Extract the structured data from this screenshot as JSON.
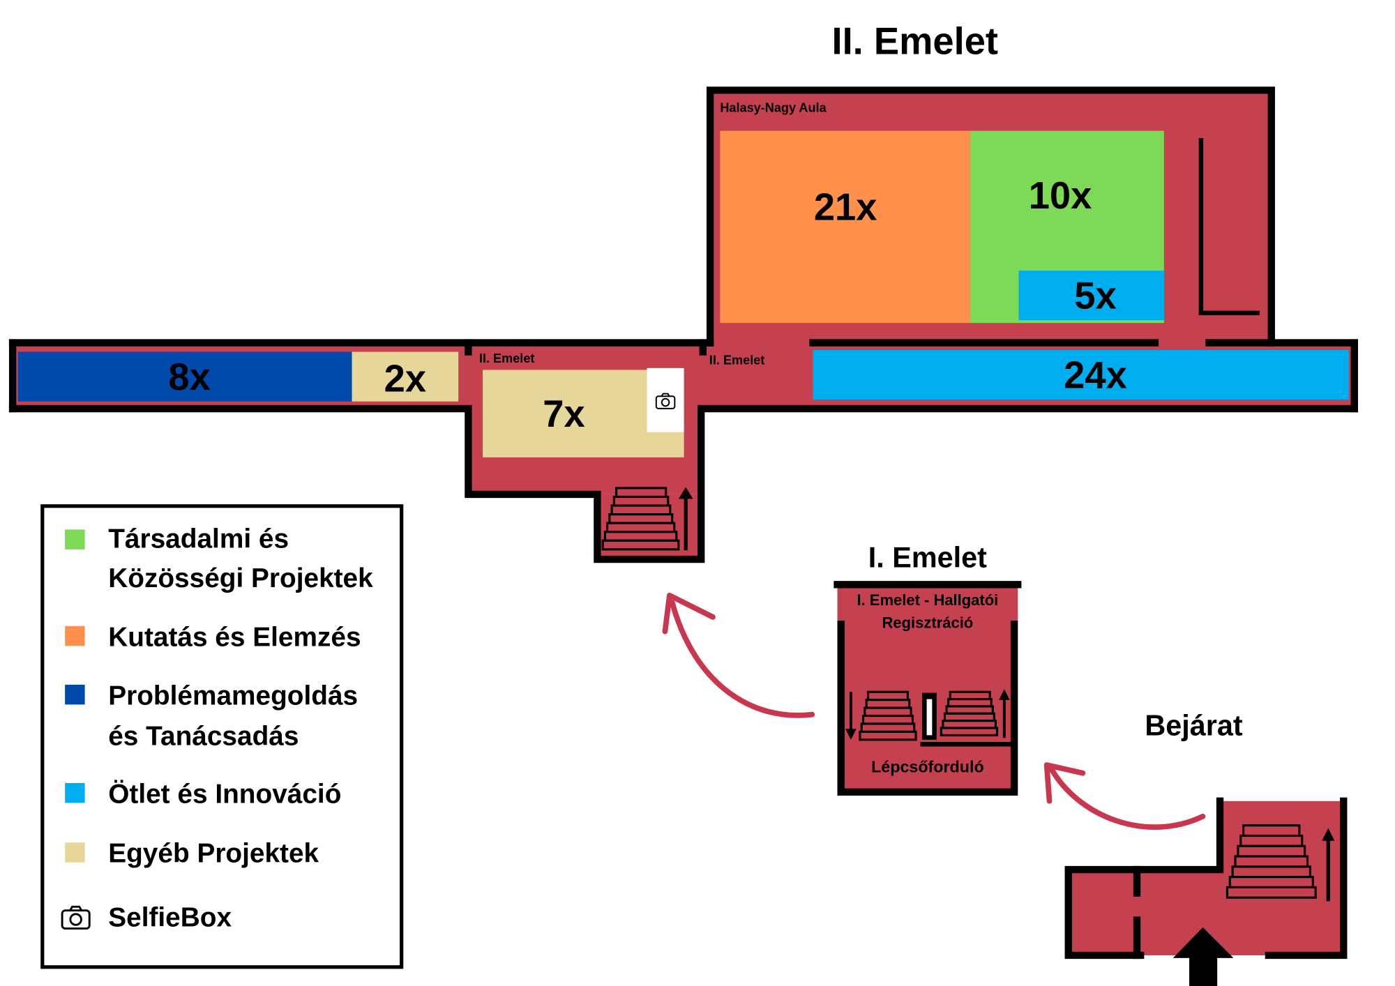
{
  "titles": {
    "second_floor": "II. Emelet",
    "first_floor": "I. Emelet",
    "entrance": "Bejárat"
  },
  "rooms": {
    "aula": "Halasy-Nagy Aula",
    "second_floor_hall_left": "II. Emelet",
    "second_floor_hall_right": "II. Emelet",
    "registration": [
      "I. Emelet - Hallgatói",
      "Regisztráció"
    ],
    "landing": "Lépcsőforduló"
  },
  "zones": {
    "research": {
      "count": "21x",
      "color": "#FF914D"
    },
    "social": {
      "count": "10x",
      "color": "#7ED957"
    },
    "innovation_aula": {
      "count": "5x",
      "color": "#00AEEF"
    },
    "problem_solving": {
      "count": "8x",
      "color": "#004AAD"
    },
    "other_corridor": {
      "count": "2x",
      "color": "#E6D69A"
    },
    "other_hall": {
      "count": "7x",
      "color": "#E6D69A"
    },
    "innovation_corridor": {
      "count": "24x",
      "color": "#00AEEF"
    }
  },
  "selfiebox": {
    "icon": "camera-icon",
    "background": "#FFFFFF"
  },
  "legend": [
    {
      "lines": [
        "Társadalmi és",
        "Közösségi Projektek"
      ],
      "color": "#7ED957"
    },
    {
      "lines": [
        "Kutatás és Elemzés"
      ],
      "color": "#FF914D"
    },
    {
      "lines": [
        "Problémamegoldás",
        "és Tanácsadás"
      ],
      "color": "#004AAD"
    },
    {
      "lines": [
        "Ötlet és Innováció"
      ],
      "color": "#00AEEF"
    },
    {
      "lines": [
        "Egyéb Projektek"
      ],
      "color": "#E6D69A"
    },
    {
      "lines": [
        "SelfieBox"
      ],
      "icon": "camera-icon"
    }
  ],
  "colors": {
    "floor": "#C6414F",
    "wall": "#000000",
    "route_arrow": "#C8374D"
  }
}
